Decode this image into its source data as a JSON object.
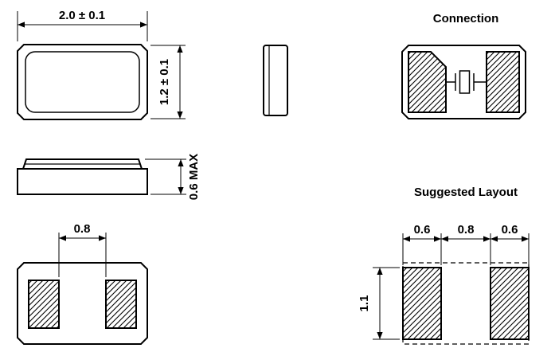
{
  "drawing": {
    "top_view": {
      "width_dim": "2.0 ± 0.1",
      "height_dim": "1.2 ± 0.1"
    },
    "side_view": {
      "height_dim": "0.6 MAX"
    },
    "bottom_view": {
      "pad_gap_dim": "0.8"
    },
    "connection_view": {
      "title": "Connection"
    },
    "suggested_layout": {
      "title": "Suggested Layout",
      "left_pad_width_dim": "0.6",
      "pad_gap_dim": "0.8",
      "right_pad_width_dim": "0.6",
      "pad_height_dim": "1.1"
    },
    "colors": {
      "line": "#000000",
      "background": "#ffffff"
    }
  }
}
